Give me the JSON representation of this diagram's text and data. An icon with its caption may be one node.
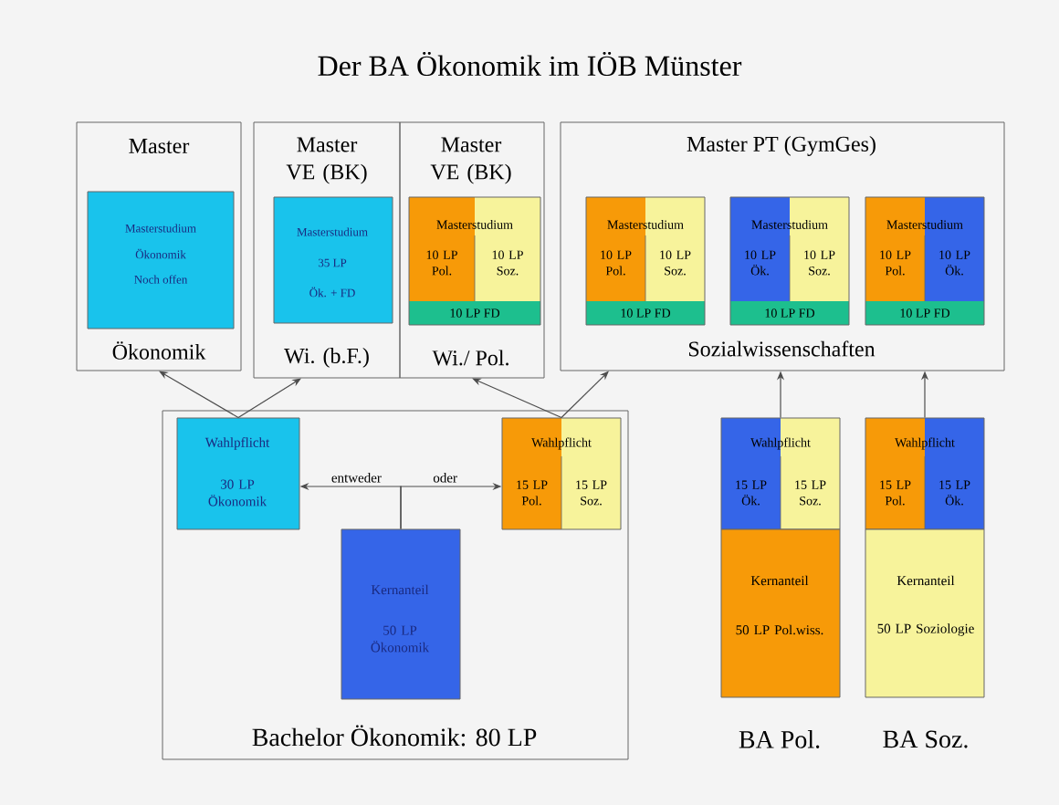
{
  "diagram": {
    "title": "Der BA Ökonomik im IÖB Münster",
    "nodes": [
      {
        "text": [
          "Master",
          "Ökonomik"
        ]
      },
      {
        "text": [
          "Masterstudium",
          "Ökonomik",
          "Noch offen"
        ],
        "in": 0
      },
      {
        "text": [
          "Master VE (BK)",
          "Wi. (b.F.)"
        ]
      },
      {
        "text": [
          "Masterstudium",
          "35 LP",
          "Ök. + FD"
        ],
        "in": 2
      },
      {
        "text": [
          "Master VE (BK)",
          "Wi./ Pol."
        ]
      },
      {
        "text": [
          "Masterstudium",
          "10 LP Pol.",
          "10 LP Soz.",
          "10 LP FD"
        ],
        "in": 4
      },
      {
        "text": [
          "Master PT (GymGes)",
          "Sozialwissenschaften"
        ]
      },
      {
        "text": [
          "Masterstudium",
          "10 LP Pol.",
          "10 LP Soz.",
          "10 LP FD"
        ],
        "in": 6
      },
      {
        "text": [
          "Masterstudium",
          "10 LP Ök.",
          "10 LP Soz.",
          "10 LP FD"
        ],
        "in": 6
      },
      {
        "text": [
          "Masterstudium",
          "10 LP Pol.",
          "10 LP Ök.",
          "10 LP FD"
        ],
        "in": 6
      },
      {
        "text": [
          "Bachelor Ökonomik: 80 LP"
        ]
      },
      {
        "text": [
          "Wahlpflicht",
          "30 LP Ökonomik"
        ],
        "in": 10
      },
      {
        "text": [
          "Wahlpflicht",
          "15 LP Pol.",
          "15 LP Soz."
        ],
        "in": 10
      },
      {
        "text": [
          "Kernanteil",
          "50 LP Ökonomik"
        ],
        "in": 10
      },
      {
        "text": [
          "Wahlpflicht",
          "15 LP Ök.",
          "15 LP Soz."
        ]
      },
      {
        "text": [
          "Kernanteil",
          "50 LP Pol.wiss."
        ]
      },
      {
        "text": [
          "Wahlpflicht",
          "15 LP Pol.",
          "15 LP Ök."
        ]
      },
      {
        "text": [
          "Kernanteil",
          "50 LP Soziologie"
        ]
      }
    ],
    "edges": [
      {
        "from": 11,
        "to": 0,
        "arrow": "to"
      },
      {
        "from": 11,
        "to": 2,
        "arrow": "to"
      },
      {
        "from": 12,
        "to": 4,
        "arrow": "to"
      },
      {
        "from": 12,
        "to": 6,
        "arrow": "to"
      },
      {
        "from": 13,
        "to": 11,
        "arrow": "to",
        "label": "entweder"
      },
      {
        "from": 13,
        "to": 12,
        "arrow": "to",
        "label": "oder"
      },
      {
        "from": 14,
        "to": 6,
        "arrow": "to"
      },
      {
        "from": 16,
        "to": 6,
        "arrow": "to"
      }
    ],
    "labels": [
      "BA Pol.",
      "BA Soz."
    ]
  }
}
